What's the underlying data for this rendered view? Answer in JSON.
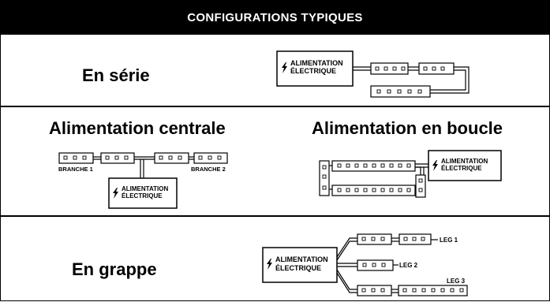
{
  "header": {
    "title": "CONFIGURATIONS TYPIQUES"
  },
  "sections": {
    "serie": {
      "title": "En série"
    },
    "centrale": {
      "title": "Alimentation centrale"
    },
    "boucle": {
      "title": "Alimentation en boucle"
    },
    "grappe": {
      "title": "En grappe"
    }
  },
  "power": {
    "line1": "ALIMENTATION",
    "line2": "ÉLECTRIQUE",
    "icon": "lightning-icon"
  },
  "branches": {
    "b1": "BRANCHE 1",
    "b2": "BRANCHE 2"
  },
  "legs": {
    "l1": "LEG 1",
    "l2": "LEG 2",
    "l3": "LEG 3"
  }
}
